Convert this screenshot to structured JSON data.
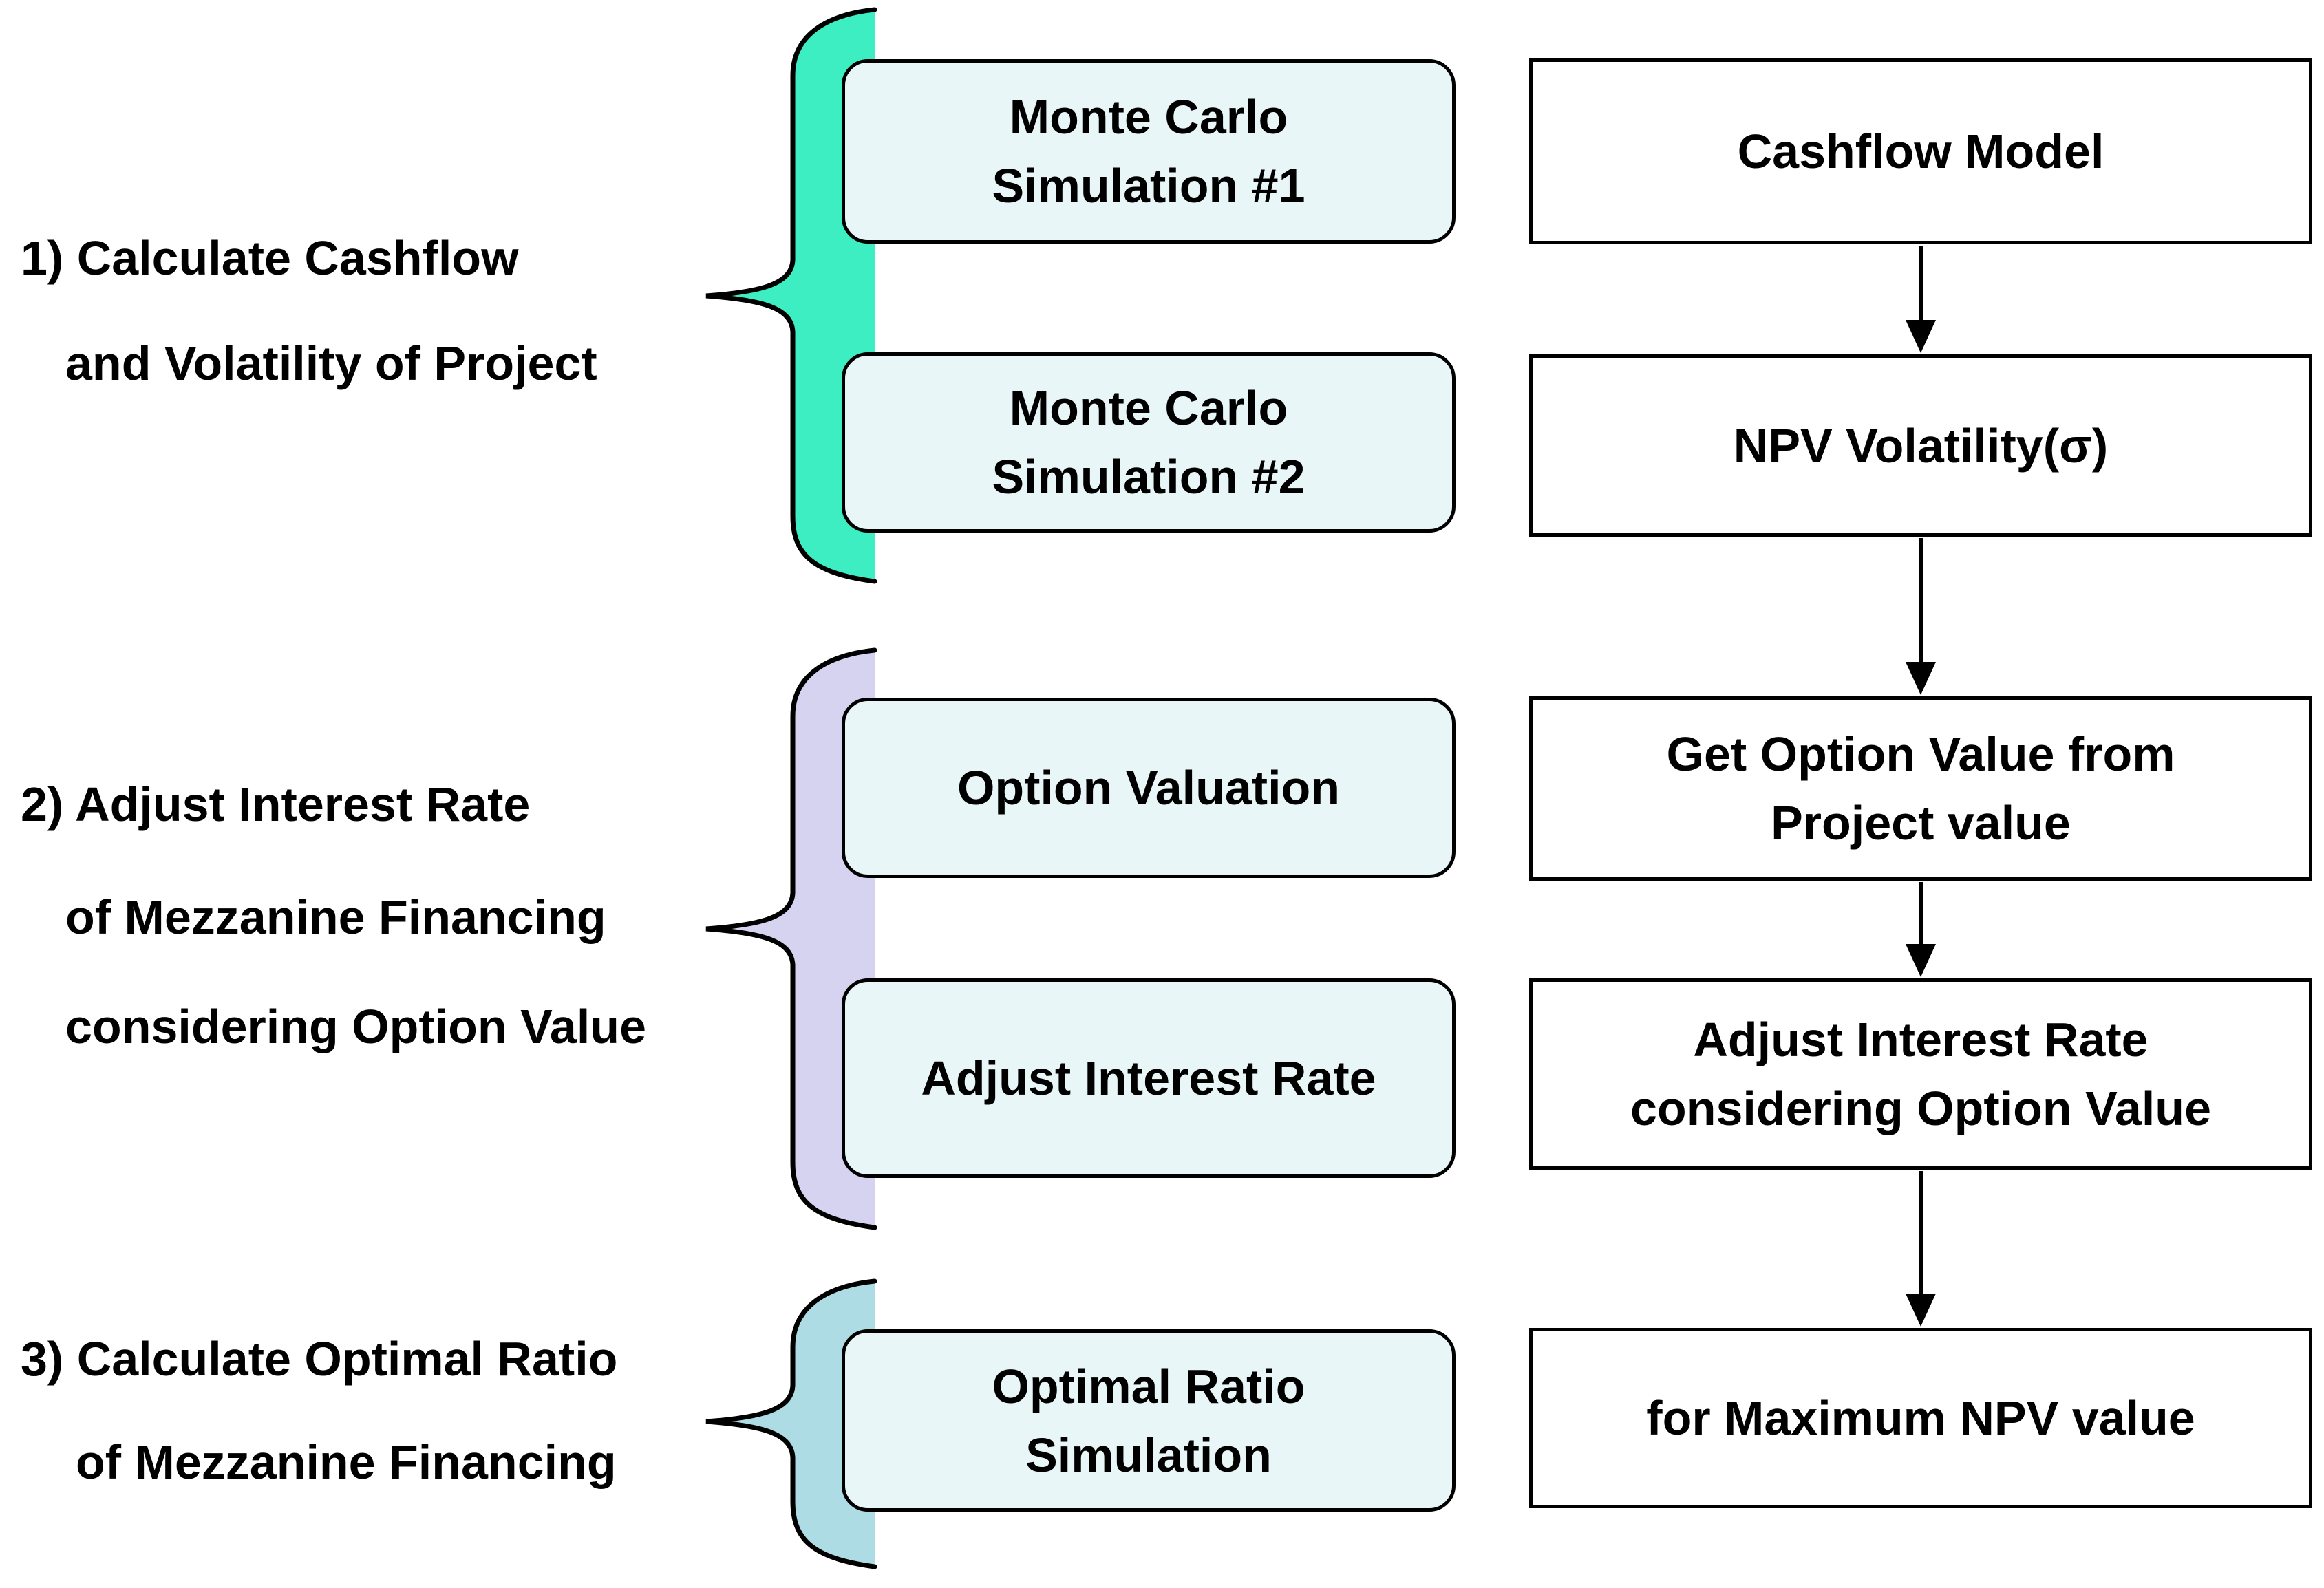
{
  "diagram": {
    "colors": {
      "background": "#FFFFFF",
      "outline": "#000000",
      "process_box_fill": "#E9F6F8",
      "output_box_fill": "#FFFFFF",
      "text": "#000000"
    },
    "steps": [
      {
        "number": "1",
        "label_lines": [
          "1) Calculate Cashflow",
          "and Volatility of Project"
        ],
        "brace_color": "#3EEEC3",
        "process_boxes": [
          {
            "lines": [
              "Monte Carlo",
              "Simulation #1"
            ]
          },
          {
            "lines": [
              "Monte Carlo",
              "Simulation #2"
            ]
          }
        ],
        "output_boxes": [
          {
            "lines": [
              "Cashflow Model"
            ]
          },
          {
            "lines": [
              "NPV Volatility(σ)"
            ]
          }
        ]
      },
      {
        "number": "2",
        "label_lines": [
          "2) Adjust Interest Rate",
          "of Mezzanine Financing",
          "considering Option Value"
        ],
        "brace_color": "#D5D3EF",
        "process_boxes": [
          {
            "lines": [
              "Option Valuation"
            ]
          },
          {
            "lines": [
              "Adjust Interest Rate"
            ]
          }
        ],
        "output_boxes": [
          {
            "lines": [
              "Get Option Value from",
              "Project value"
            ]
          },
          {
            "lines": [
              "Adjust Interest Rate",
              "considering Option Value"
            ]
          }
        ]
      },
      {
        "number": "3",
        "label_lines": [
          "3) Calculate Optimal Ratio",
          "of Mezzanine Financing"
        ],
        "brace_color": "#ADDCE4",
        "process_boxes": [
          {
            "lines": [
              "Optimal Ratio",
              "Simulation"
            ]
          }
        ],
        "output_boxes": [
          {
            "lines": [
              "for Maximum NPV value"
            ]
          }
        ]
      }
    ]
  }
}
